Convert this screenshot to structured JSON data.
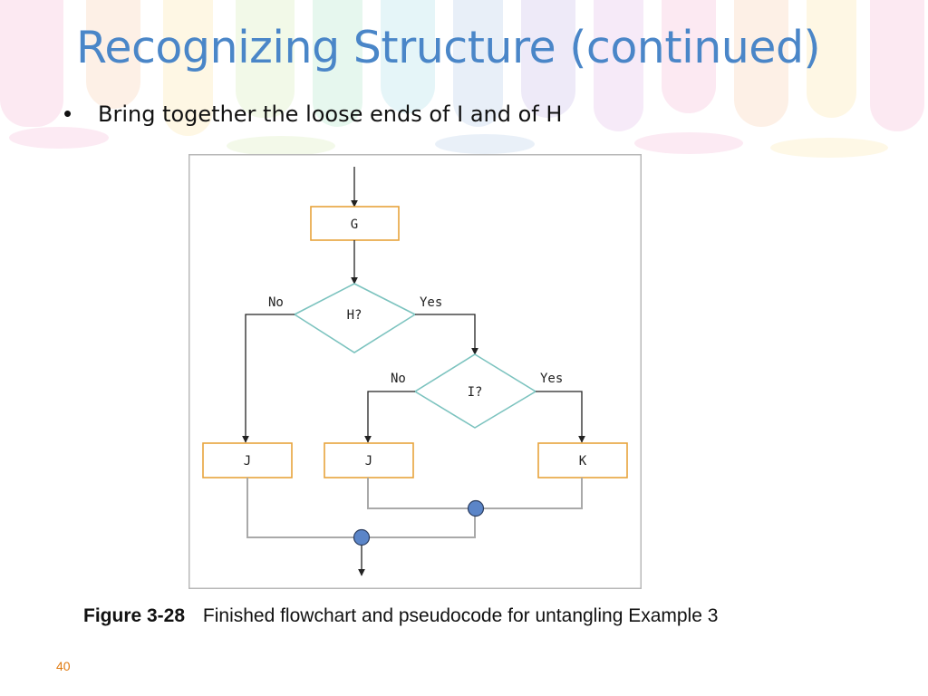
{
  "slide": {
    "title": "Recognizing Structure (continued)",
    "bullet": "Bring together the loose ends of I and of H",
    "slide_number": "40"
  },
  "flowchart": {
    "process_g": "G",
    "decision_h": "H?",
    "decision_i": "I?",
    "process_j_left": "J",
    "process_j_middle": "J",
    "process_k": "K",
    "label_h_no": "No",
    "label_h_yes": "Yes",
    "label_i_no": "No",
    "label_i_yes": "Yes"
  },
  "caption": {
    "label": "Figure 3-28",
    "text": "Finished flowchart and pseudocode for untangling Example 3"
  },
  "colors": {
    "title": "#4a86c8",
    "process_box_border": "#e8a33c",
    "decision_border": "#7cc3bf",
    "connector_gray": "#a9a9a9",
    "join_dot_fill": "#5b85c8",
    "slide_number": "#e07a10"
  }
}
